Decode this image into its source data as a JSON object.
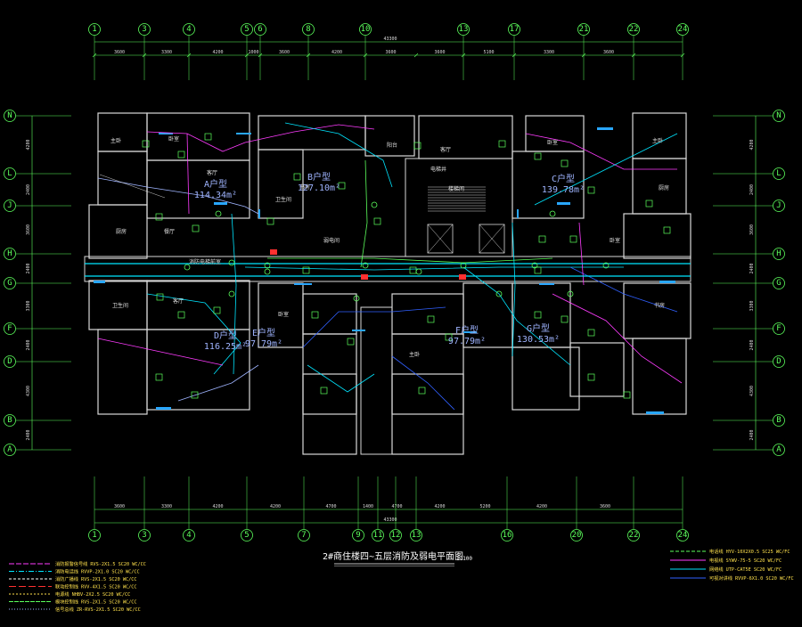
{
  "drawing": {
    "title": "2#商住楼四~五层消防及弱电平面图",
    "scale": "1:100",
    "total_dim_top": "43300",
    "total_dim_bottom": "43300"
  },
  "axes": {
    "top": [
      "1",
      "3",
      "4",
      "5",
      "6",
      "8",
      "10",
      "13",
      "17",
      "21",
      "22",
      "24"
    ],
    "bottom": [
      "1",
      "3",
      "4",
      "5",
      "7",
      "9",
      "11",
      "12",
      "13",
      "16",
      "20",
      "22",
      "24"
    ],
    "left": [
      "N",
      "L",
      "J",
      "H",
      "G",
      "F",
      "D",
      "B",
      "A"
    ],
    "right": [
      "N",
      "L",
      "J",
      "H",
      "G",
      "F",
      "D",
      "B",
      "A"
    ]
  },
  "dims_top": [
    "3600",
    "3300",
    "4200",
    "1000",
    "3600",
    "4200",
    "3600",
    "3600",
    "5100",
    "3300",
    "3600"
  ],
  "dims_bottom": [
    "3600",
    "3300",
    "4200",
    "4200",
    "4700",
    "1400",
    "4700",
    "4200",
    "5200",
    "4200",
    "3600"
  ],
  "dims_left": [
    "4200",
    "2400",
    "3600",
    "2400",
    "3300",
    "2400",
    "4300",
    "2400"
  ],
  "units": [
    {
      "type": "A户型",
      "area": "114.34m²"
    },
    {
      "type": "B户型",
      "area": "127.10m²"
    },
    {
      "type": "C户型",
      "area": "139.78m²"
    },
    {
      "type": "D户型",
      "area": "116.25m²"
    },
    {
      "type": "E户型",
      "area": "97.79m²"
    },
    {
      "type": "F户型",
      "area": "97.79m²"
    },
    {
      "type": "G户型",
      "area": "130.53m²"
    }
  ],
  "rooms": [
    "主卧",
    "卧室",
    "客厅",
    "餐厅",
    "厨房",
    "卫生间",
    "书房",
    "阳台",
    "客厅",
    "卧室",
    "主卧",
    "厨房",
    "卧室",
    "卫生间",
    "客厅",
    "卧室",
    "主卧",
    "书房"
  ],
  "notes": [
    "消防电梯前室",
    "电梯井",
    "楼梯间",
    "弱电间"
  ],
  "legend_left": [
    {
      "label": "消防报警信号线 RVS-2X1.5 SC20 WC/CC",
      "color": "#ff3cff",
      "dash": "6 2"
    },
    {
      "label": "消防电话线 RVVP-2X1.0 SC20 WC/CC",
      "color": "#00e5ff",
      "dash": "6 2 1 2"
    },
    {
      "label": "消防广播线 RVS-2X1.5 SC20 WC/CC",
      "color": "#ffffff",
      "dash": "3 2"
    },
    {
      "label": "联动控制线 RVV-4X1.5 SC20 WC/CC",
      "color": "#ff3030",
      "dash": "8 3"
    },
    {
      "label": "电源线 NHBV-2X2.5 SC20 WC/CC",
      "color": "#ffe14d",
      "dash": "2 2"
    },
    {
      "label": "模块控制线 RVS-2X1.5 SC20 WC/CC",
      "color": "#5cff5c",
      "dash": "5 1"
    },
    {
      "label": "信号总线 ZR-RVS-2X1.5 SC20 WC/CC",
      "color": "#9fb4ff",
      "dash": "1 2"
    }
  ],
  "legend_right": [
    {
      "label": "电话线 HYV-10X2X0.5 SC25 WC/FC",
      "color": "#5cff5c",
      "dash": "4 2"
    },
    {
      "label": "电视线 SYWV-75-5 SC20 WC/FC",
      "color": "#ff3cff",
      "dash": "0"
    },
    {
      "label": "网络线 UTP-CAT5E SC20 WC/FC",
      "color": "#00e5ff",
      "dash": "0"
    },
    {
      "label": "可视对讲线 RVVP-6X1.0 SC20 WC/FC",
      "color": "#3060ff",
      "dash": "0"
    }
  ],
  "colors": {
    "wall": "#d9d9d9",
    "axis": "#5cff5c",
    "fire_signal": "#ff3cff",
    "weak_current": "#00e5ff",
    "tv": "#3060ff",
    "alarm": "#ff3030"
  }
}
